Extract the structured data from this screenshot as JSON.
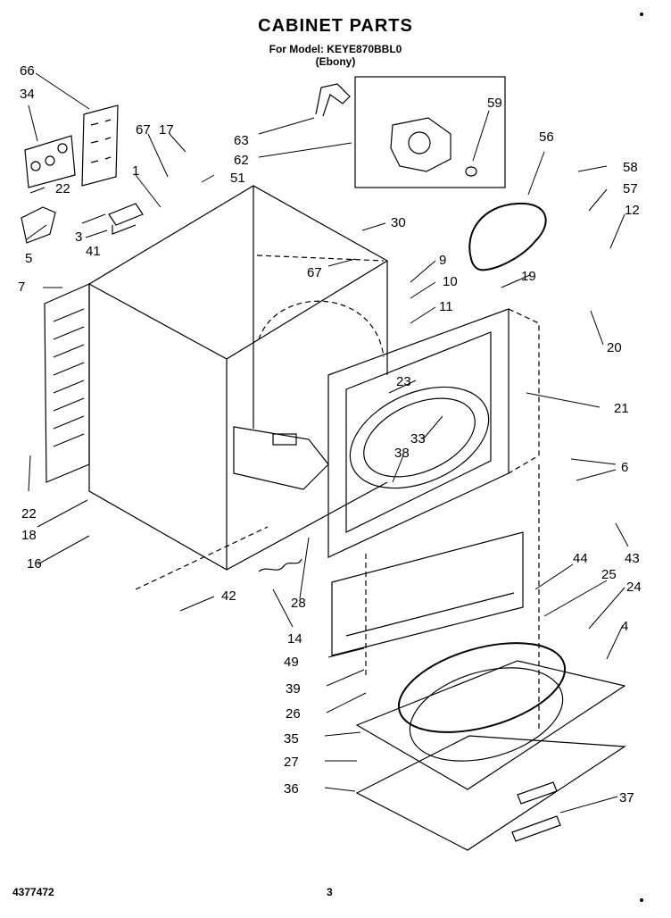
{
  "header": {
    "title": "CABINET PARTS",
    "model_line": "For Model: KEYE870BBL0",
    "color_line": "(Ebony)"
  },
  "callouts": [
    "66",
    "34",
    "22",
    "67",
    "17",
    "1",
    "51",
    "3",
    "41",
    "5",
    "63",
    "62",
    "59",
    "56",
    "58",
    "57",
    "12",
    "30",
    "67",
    "9",
    "10",
    "11",
    "19",
    "20",
    "7",
    "23",
    "33",
    "38",
    "21",
    "6",
    "22",
    "18",
    "16",
    "42",
    "28",
    "14",
    "43",
    "44",
    "25",
    "24",
    "4",
    "49",
    "39",
    "26",
    "35",
    "27",
    "36",
    "37"
  ],
  "footer": {
    "doc_number": "4377472",
    "page_number": "3"
  }
}
